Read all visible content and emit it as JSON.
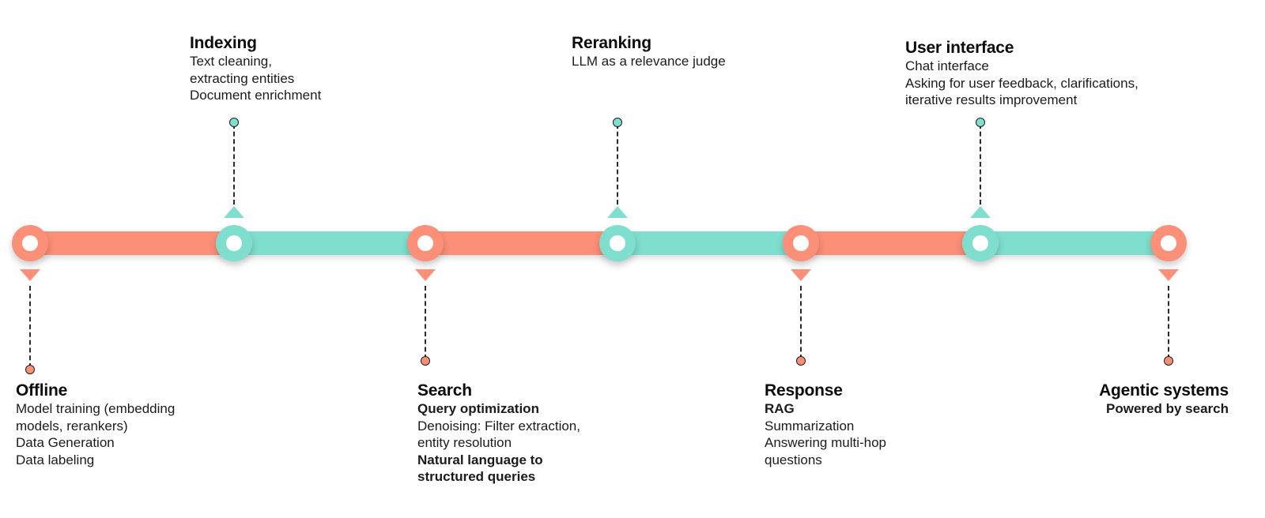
{
  "diagram": {
    "title": "Search system lifecycle timeline",
    "colors": {
      "coral": "#FB8F78",
      "teal": "#7FDECD",
      "text": "#0c0c0c",
      "leader": "#2b2b2b",
      "background": "#ffffff"
    }
  },
  "timeline": {
    "segments": [
      {
        "name": "segment-offline-to-indexing",
        "color": "#FB8F78"
      },
      {
        "name": "segment-indexing-to-search",
        "color": "#7FDECD"
      },
      {
        "name": "segment-search-to-reranking",
        "color": "#FB8F78"
      },
      {
        "name": "segment-reranking-to-response",
        "color": "#7FDECD"
      },
      {
        "name": "segment-response-to-ui",
        "color": "#FB8F78"
      },
      {
        "name": "segment-ui-to-agentic",
        "color": "#7FDECD"
      }
    ],
    "nodes": [
      {
        "key": "offline",
        "color": "#FB8F78",
        "side": "below"
      },
      {
        "key": "indexing",
        "color": "#7FDECD",
        "side": "above"
      },
      {
        "key": "search",
        "color": "#FB8F78",
        "side": "below"
      },
      {
        "key": "reranking",
        "color": "#7FDECD",
        "side": "above"
      },
      {
        "key": "response",
        "color": "#FB8F78",
        "side": "below"
      },
      {
        "key": "ui",
        "color": "#7FDECD",
        "side": "above"
      },
      {
        "key": "agentic",
        "color": "#FB8F78",
        "side": "below"
      }
    ]
  },
  "stages": {
    "offline": {
      "title": "Offline",
      "lines": [
        {
          "text": "Model training (embedding",
          "bold": false
        },
        {
          "text": "models, rerankers)",
          "bold": false
        },
        {
          "text": "Data Generation",
          "bold": false
        },
        {
          "text": "Data labeling",
          "bold": false
        }
      ]
    },
    "indexing": {
      "title": "Indexing",
      "lines": [
        {
          "text": "Text cleaning,",
          "bold": false
        },
        {
          "text": "extracting entities",
          "bold": false
        },
        {
          "text": "Document enrichment",
          "bold": false
        }
      ]
    },
    "search": {
      "title": "Search",
      "lines": [
        {
          "text": "Query optimization",
          "bold": true
        },
        {
          "text": "Denoising: Filter extraction,",
          "bold": false
        },
        {
          "text": "entity resolution",
          "bold": false
        },
        {
          "text": "Natural language to",
          "bold": true
        },
        {
          "text": "structured queries",
          "bold": true
        }
      ]
    },
    "reranking": {
      "title": "Reranking",
      "lines": [
        {
          "text": "LLM as a relevance judge",
          "bold": false
        }
      ]
    },
    "response": {
      "title": "Response",
      "lines": [
        {
          "text": "RAG",
          "bold": true
        },
        {
          "text": "Summarization",
          "bold": false
        },
        {
          "text": "Answering multi-hop",
          "bold": false
        },
        {
          "text": "questions",
          "bold": false
        }
      ]
    },
    "ui": {
      "title": "User interface",
      "lines": [
        {
          "text": "Chat interface",
          "bold": false
        },
        {
          "text": "Asking for user feedback, clarifications,",
          "bold": false
        },
        {
          "text": "iterative results improvement",
          "bold": false
        }
      ]
    },
    "agentic": {
      "title": "Agentic systems",
      "lines": [
        {
          "text": "Powered by search",
          "bold": true
        }
      ]
    }
  }
}
